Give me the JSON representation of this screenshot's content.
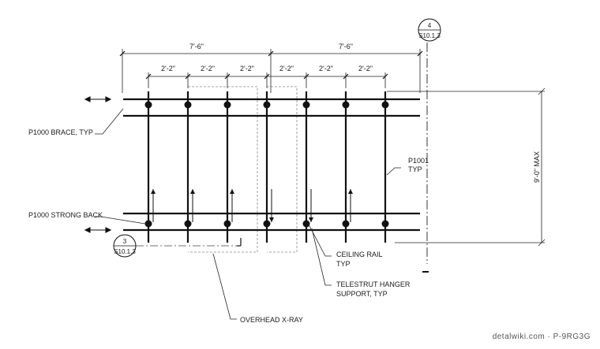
{
  "dimensions": {
    "bay_left": "7'-6\"",
    "bay_right": "7'-6\"",
    "spacing": [
      "2'-2\"",
      "2'-2\"",
      "2'-2\"",
      "2'-2\"",
      "2'-2\"",
      "2'-2\""
    ],
    "height_max": "9'-0\" MAX"
  },
  "labels": {
    "brace": "P1000 BRACE, TYP",
    "strong_back": "P1000 STRONG BACK",
    "p1001_line1": "P1001",
    "p1001_line2": "TYP",
    "ceiling_rail_line1": "CEILING RAIL",
    "ceiling_rail_line2": "TYP",
    "telestrut_line1": "TELESTRUT HANGER",
    "telestrut_line2": "SUPPORT, TYP",
    "overhead": "OVERHEAD X-RAY"
  },
  "section_tags": {
    "top_right": {
      "number": "4",
      "sheet": "S10.1.3"
    },
    "bottom_left": {
      "number": "3",
      "sheet": "S10.1.3"
    }
  },
  "watermark": "detalwiki.com · P-9RG3G"
}
